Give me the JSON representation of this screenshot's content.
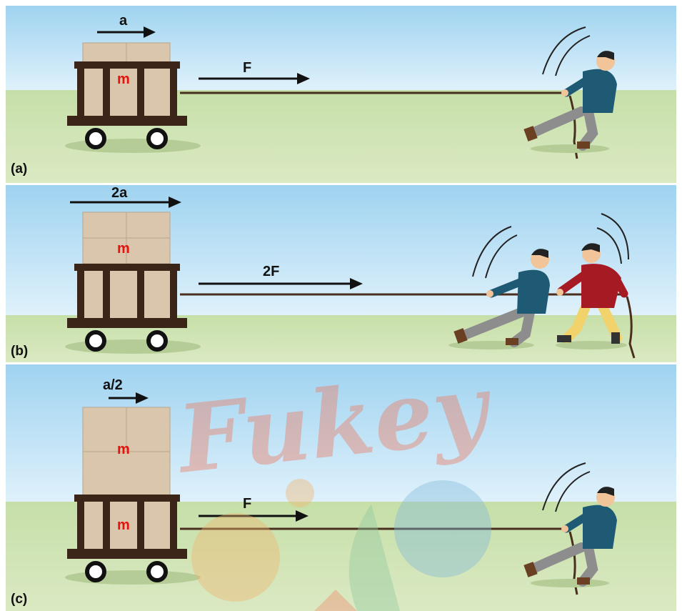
{
  "panels": [
    {
      "label": "(a)",
      "accel": "a",
      "force": "F",
      "masses": [
        "m"
      ]
    },
    {
      "label": "(b)",
      "accel": "2a",
      "force": "2F",
      "masses": [
        "m"
      ]
    },
    {
      "label": "(c)",
      "accel": "a/2",
      "force": "F",
      "masses": [
        "m",
        "m"
      ]
    }
  ],
  "watermark": {
    "text": "Fukey"
  },
  "colors": {
    "sky_top": "#a9d8f2",
    "ground": "#cfe3b5",
    "cart": "#3b2519",
    "box": "#d9c6ad",
    "rope": "#4a2f1e",
    "mass": "#e8120c",
    "shirt_blue": "#1e5a73",
    "shirt_red": "#a61a24"
  }
}
